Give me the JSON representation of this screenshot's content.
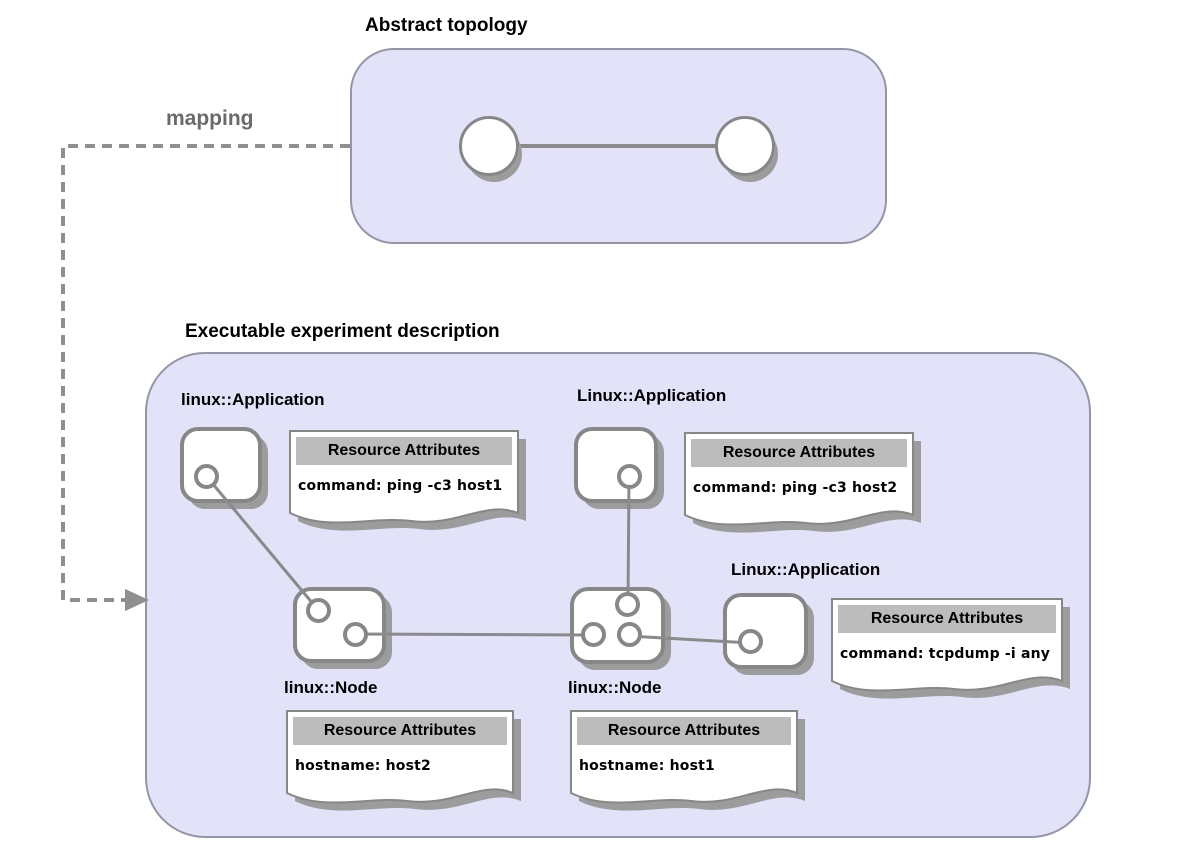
{
  "abstract_topology": {
    "title": "Abstract topology"
  },
  "mapping": {
    "label": "mapping"
  },
  "executable": {
    "title": "Executable experiment description",
    "applications": [
      {
        "label": "linux::Application",
        "attributes": {
          "header": "Resource Attributes",
          "body": "command: ping -c3 host1"
        }
      },
      {
        "label": "Linux::Application",
        "attributes": {
          "header": "Resource Attributes",
          "body": "command: ping -c3 host2"
        }
      },
      {
        "label": "Linux::Application",
        "attributes": {
          "header": "Resource Attributes",
          "body": "command: tcpdump -i any"
        }
      }
    ],
    "nodes": [
      {
        "label": "linux::Node",
        "attributes": {
          "header": "Resource Attributes",
          "body": "hostname: host2"
        }
      },
      {
        "label": "linux::Node",
        "attributes": {
          "header": "Resource Attributes",
          "body": "hostname: host1"
        }
      }
    ]
  },
  "colors": {
    "panel_fill": "#e2e2f9",
    "panel_border": "#9595a8",
    "shape_border": "#878787",
    "shadow": "#9c9c9c",
    "connection_line": "#8a8a8a",
    "dashed_arrow": "#8f8f8f",
    "note_header_fill": "#bcbcbc",
    "mapping_text": "#6a6a6a"
  }
}
